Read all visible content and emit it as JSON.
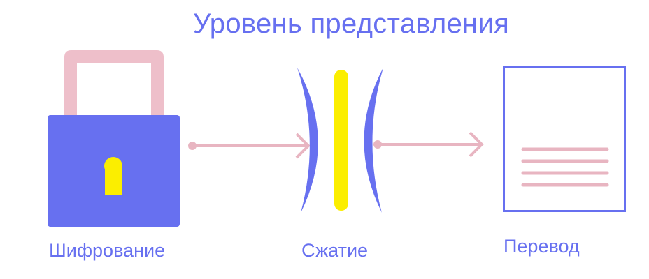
{
  "title": "Уровень представления",
  "labels": {
    "encryption": "Шифрование",
    "compression": "Сжатие",
    "translation": "Перевод"
  },
  "icons": {
    "encryption": "padlock-icon",
    "compression": "compression-icon",
    "translation": "document-icon"
  },
  "colors": {
    "accent": "#6770f0",
    "shackle": "#eebfca",
    "arrow": "#e8b5c1",
    "keyhole": "#fbee00",
    "document_lines": "#e8b5c1"
  }
}
